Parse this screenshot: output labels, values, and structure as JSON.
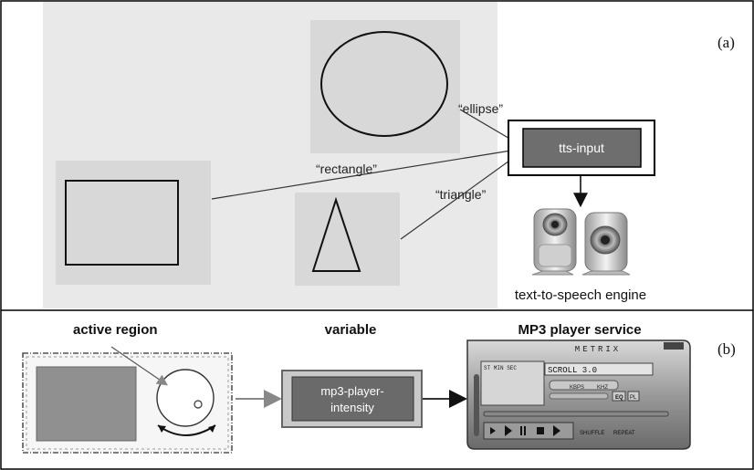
{
  "panel_a": {
    "label": "(a)",
    "labels": {
      "ellipse": "“ellipse”",
      "rectangle": "“rectangle”",
      "triangle": "“triangle”"
    },
    "tts_box": "tts-input",
    "engine_caption": "text-to-speech engine"
  },
  "panel_b": {
    "label": "(b)",
    "headings": {
      "active_region": "active region",
      "variable": "variable",
      "mp3_service": "MP3 player service"
    },
    "variable_box": [
      "mp3-player-",
      "intensity"
    ],
    "player": {
      "brand": "METRIX",
      "lcd_top": "ST MIN SEC",
      "track": "SCROLL 3.0",
      "kbps": "KBPS",
      "khz": "KHZ",
      "eq": "EQ",
      "pl": "PL",
      "shuffle": "SHUFFLE",
      "repeat": "REPEAT"
    }
  },
  "colors": {
    "panel_bg": "#e9e9e9",
    "tile_bg": "#d8d8d8",
    "tts_fill": "#6e6e6e",
    "var_fill": "#6a6a6a",
    "arrow_gray": "#888888"
  }
}
